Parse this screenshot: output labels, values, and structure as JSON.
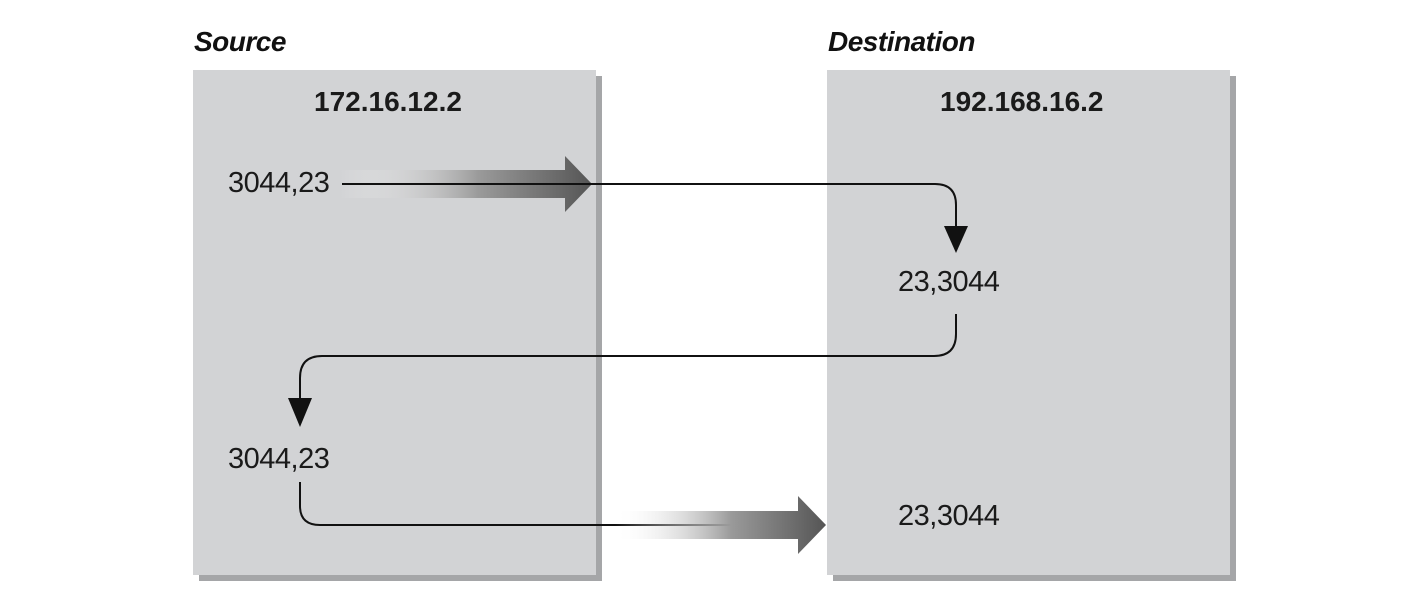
{
  "source": {
    "title": "Source",
    "ip": "172.16.12.2",
    "ports_out": "3044,23",
    "ports_in": "3044,23"
  },
  "destination": {
    "title": "Destination",
    "ip": "192.168.16.2",
    "ports_in": "23,3044",
    "ports_out": "23,3044"
  },
  "colors": {
    "box": "#d2d3d5",
    "box_shadow": "#a5a6a8",
    "line": "#111111",
    "arrow_dark": "#555555"
  }
}
